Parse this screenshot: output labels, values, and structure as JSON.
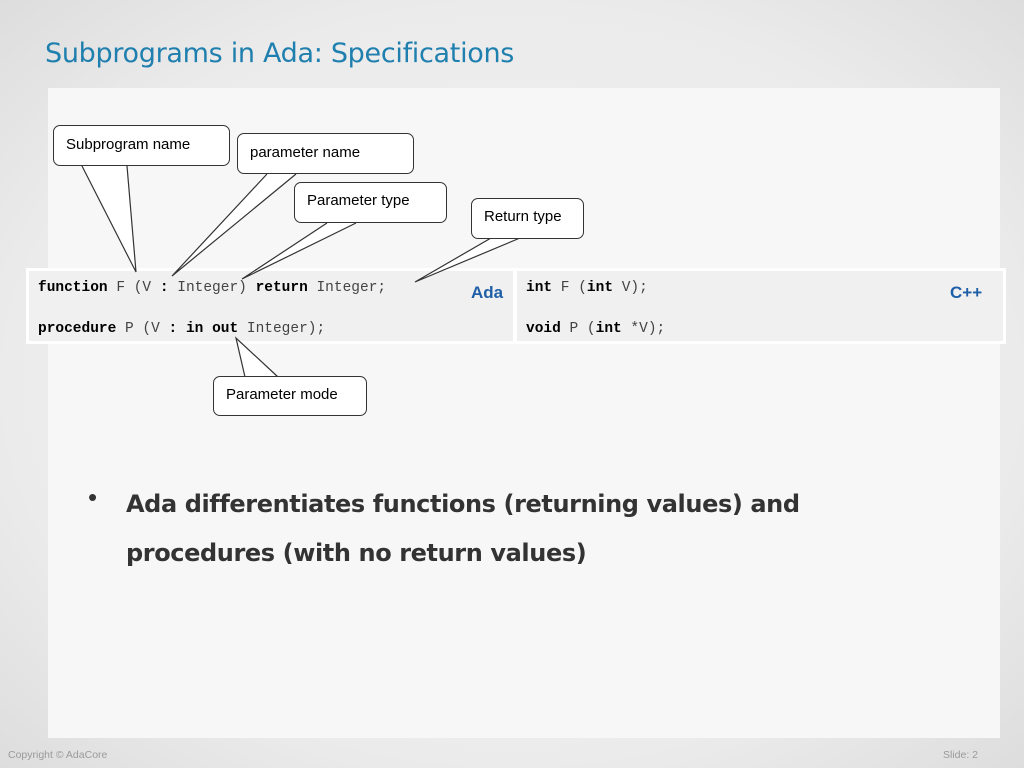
{
  "slide": {
    "title": "Subprograms in Ada: Specifications",
    "accent_color": "#1f7fae",
    "footer_left": "Copyright © AdaCore",
    "footer_right": "Slide: 2"
  },
  "callouts": {
    "subprogram_name": "Subprogram name",
    "parameter_name": "parameter name",
    "parameter_type": "Parameter type",
    "return_type": "Return type",
    "parameter_mode": "Parameter mode"
  },
  "code": {
    "ada": {
      "label": "Ada",
      "line1": {
        "kw1": "function",
        "t1": " F (V ",
        "kw2": ":",
        "t2": " Integer) ",
        "kw3": "return",
        "t3": " Integer;"
      },
      "line2": {
        "kw1": "procedure",
        "t1": " P (V ",
        "kw2": ":",
        "t2": " ",
        "kw3": "in",
        "t3": " ",
        "kw4": "out",
        "t4": " Integer);"
      }
    },
    "cpp": {
      "label": "C++",
      "line1": {
        "kw1": "int",
        "t1": " F (",
        "kw2": "int",
        "t2": " V);"
      },
      "line2": {
        "kw1": "void",
        "t1": " P (",
        "kw2": "int",
        "t2": " *V);"
      }
    }
  },
  "bullets": [
    "Ada differentiates functions (returning values) and procedures (with no return values)"
  ]
}
